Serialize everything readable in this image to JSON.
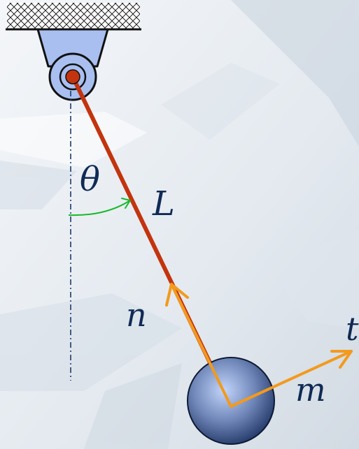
{
  "diagram": {
    "labels": {
      "angle": "θ",
      "length": "L",
      "normal": "n",
      "tangent": "t",
      "mass": "m"
    },
    "colors": {
      "background_light": "#f4f6f9",
      "background_shade": "#c9d3de",
      "rod": "#c3340e",
      "rod_vectors": "#f29a1d",
      "angle_arc": "#19b82b",
      "bracket_fill": "#a9bff0",
      "bob_center": "#c2d5fa",
      "bob_edge": "#243a6a",
      "label_text": "#0f2a55",
      "reference_line": "#1c3a6b"
    }
  }
}
